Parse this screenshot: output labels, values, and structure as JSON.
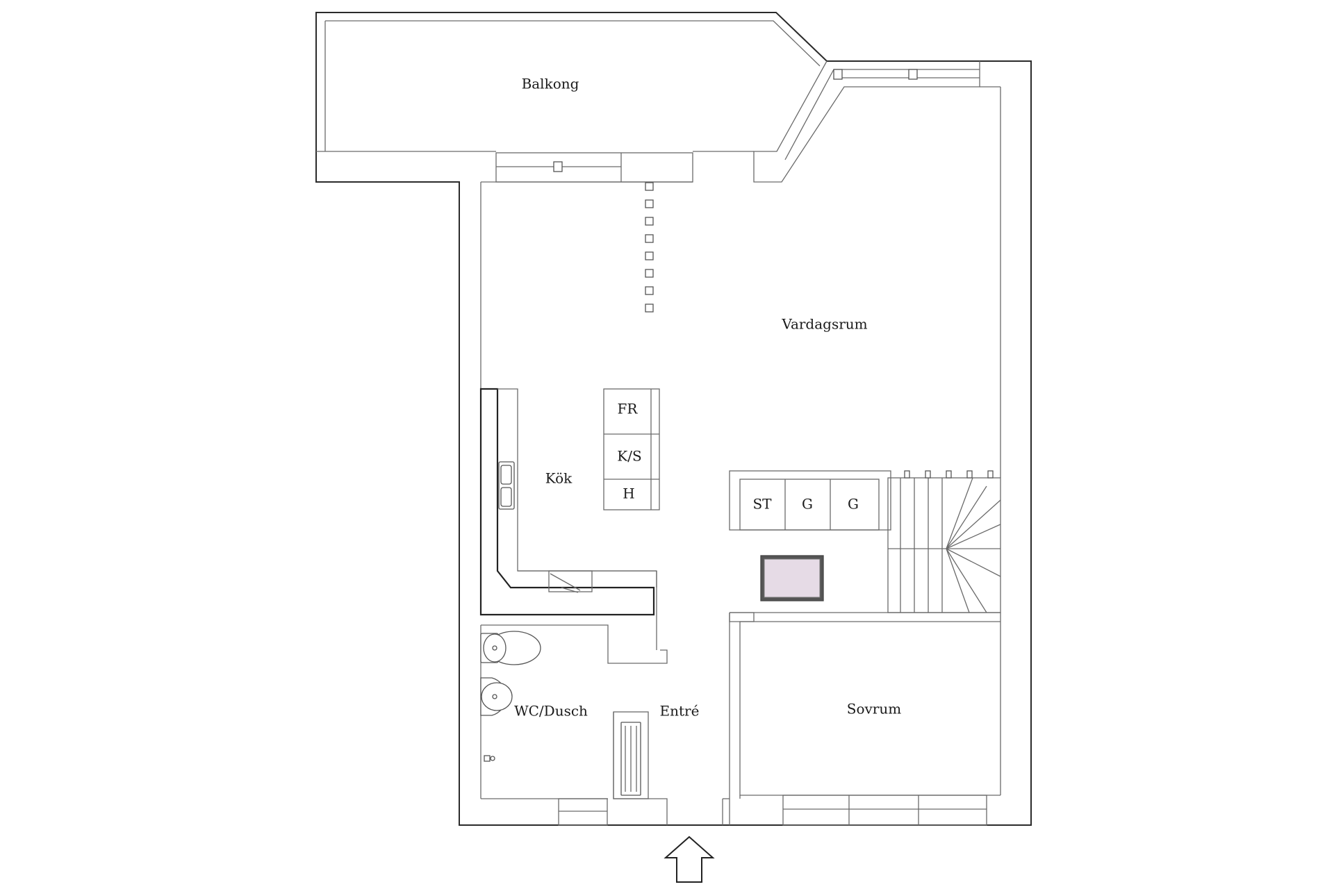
{
  "rooms": {
    "balkong": "Balkong",
    "vardagsrum": "Vardagsrum",
    "kok": "Kök",
    "wc_dusch": "WC/Dusch",
    "entre": "Entré",
    "sovrum": "Sovrum"
  },
  "appliances": {
    "fr": "FR",
    "ks": "K/S",
    "h": "H",
    "st": "ST",
    "g1": "G",
    "g2": "G"
  },
  "colors": {
    "wall": "#2a2a2a",
    "island_fill": "#e6dbe6"
  },
  "icons": {
    "entrance": "entrance-arrow-icon",
    "stairs": "stairs-icon",
    "toilet": "toilet-icon",
    "sink": "sink-icon"
  }
}
